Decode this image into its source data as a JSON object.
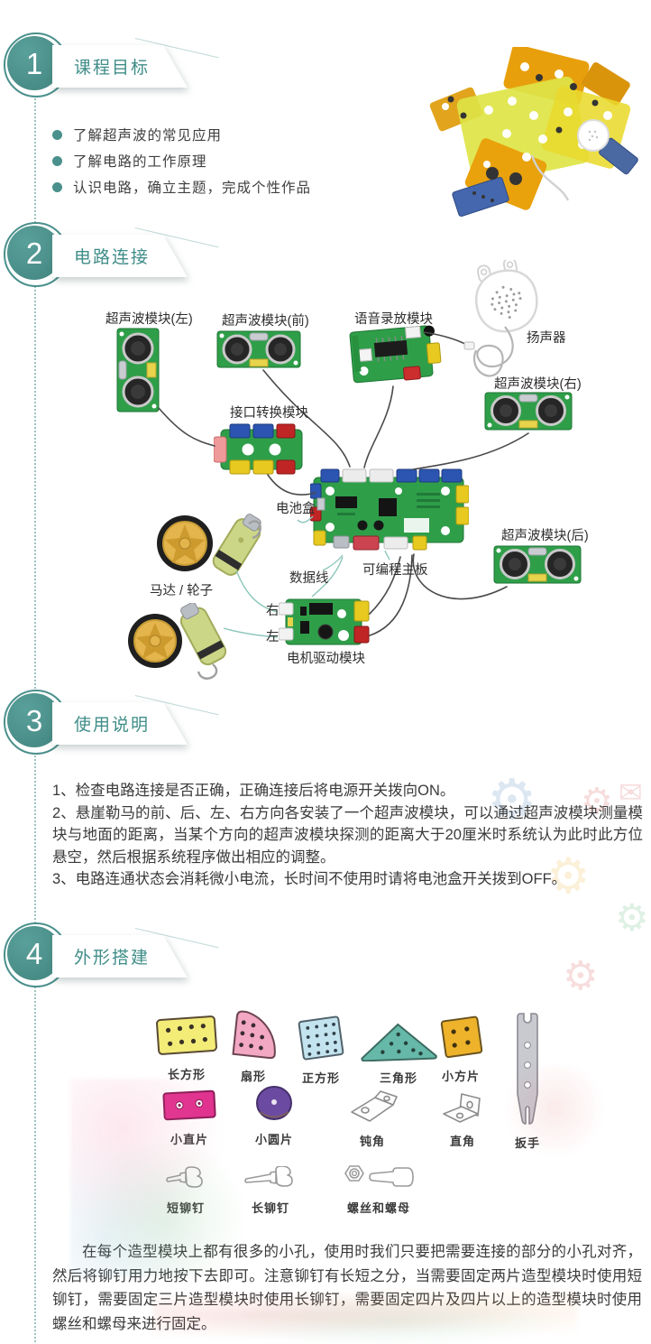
{
  "colors": {
    "accent": "#4a908c",
    "section_title": "#3f8d88",
    "body_text": "#3a3a3a"
  },
  "sections": [
    {
      "number": "1",
      "title": "课程目标"
    },
    {
      "number": "2",
      "title": "电路连接"
    },
    {
      "number": "3",
      "title": "使用说明"
    },
    {
      "number": "4",
      "title": "外形搭建"
    }
  ],
  "objectives": [
    "了解超声波的常见应用",
    "了解电路的工作原理",
    "认识电路，确立主题，完成个性作品"
  ],
  "circuit": {
    "ultrasonic_left": "超声波模块(左)",
    "ultrasonic_front": "超声波模块(前)",
    "voice": "语音录放模块",
    "speaker": "扬声器",
    "ultrasonic_right": "超声波模块(右)",
    "interface": "接口转换模块",
    "battery": "电池盒",
    "ultrasonic_rear": "超声波模块(后)",
    "data_cable": "数据线",
    "mainboard": "可编程主板",
    "motor_wheel": "马达 / 轮子",
    "right": "右",
    "left": "左",
    "motor_driver": "电机驱动模块"
  },
  "instructions": [
    "1、检查电路连接是否正确，正确连接后将电源开关拨向ON。",
    "2、悬崖勒马的前、后、左、右方向各安装了一个超声波模块，可以通过超声波模块测量模块与地面的距离，当某个方向的超声波模块探测的距离大于20厘米时系统认为此时此方位悬空，然后根据系统程序做出相应的调整。",
    "3、电路连通状态会消耗微小电流，长时间不使用时请将电池盒开关拨到OFF。"
  ],
  "parts": [
    {
      "label": "长方形",
      "color": "#f3ec77"
    },
    {
      "label": "扇形",
      "color": "#f2a7c3"
    },
    {
      "label": "正方形",
      "color": "#c3e4ee"
    },
    {
      "label": "三角形",
      "color": "#66b8a8"
    },
    {
      "label": "小方片",
      "color": "#eeb32a"
    },
    {
      "label": "小直片",
      "color": "#e0318f"
    },
    {
      "label": "小圆片",
      "color": "#6b4ba1"
    },
    {
      "label": "钝角",
      "color": "#fdfdfd"
    },
    {
      "label": "直角",
      "color": "#fdfdfd"
    },
    {
      "label": "扳手",
      "color": "#c9cad0"
    },
    {
      "label": "短铆钉",
      "color": "#ffffff"
    },
    {
      "label": "长铆钉",
      "color": "#ffffff"
    },
    {
      "label": "螺丝和螺母",
      "color": "#ffffff"
    }
  ],
  "build_note": "在每个造型模块上都有很多的小孔，使用时我们只要把需要连接的部分的小孔对齐，然后将铆钉用力地按下去即可。注意铆钉有长短之分，当需要固定两片造型模块时使用短铆钉，需要固定三片造型模块时使用长铆钉，需要固定四片及四片以上的造型模块时使用螺丝和螺母来进行固定。",
  "icons": {
    "gear": "⚙",
    "envelope": "✉"
  }
}
